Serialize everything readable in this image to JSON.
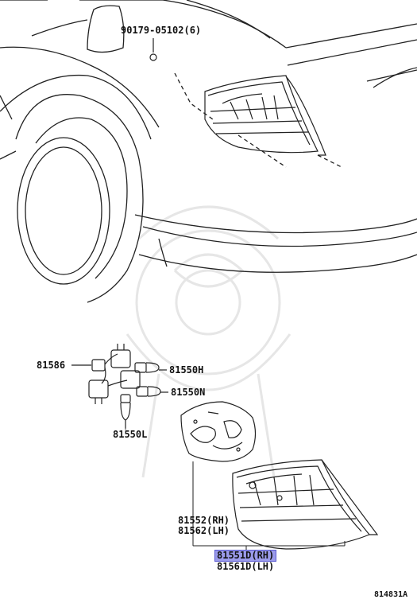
{
  "diagram": {
    "figure_code": "814831A",
    "parts": {
      "bolt": "90179-05102(6)",
      "socket_wire": "81586",
      "bulb_h": "81550H",
      "bulb_n": "81550N",
      "bulb_l": "81550L",
      "gasket_rh": "81552(RH)",
      "gasket_lh": "81562(LH)",
      "lamp_rh": "81551D(RH)",
      "lamp_lh": "81561D(LH)"
    },
    "highlighted_part": "81551D(RH)",
    "colors": {
      "line": "#222222",
      "watermark": "#e9e9e9",
      "highlight": "#9b9bea"
    }
  }
}
